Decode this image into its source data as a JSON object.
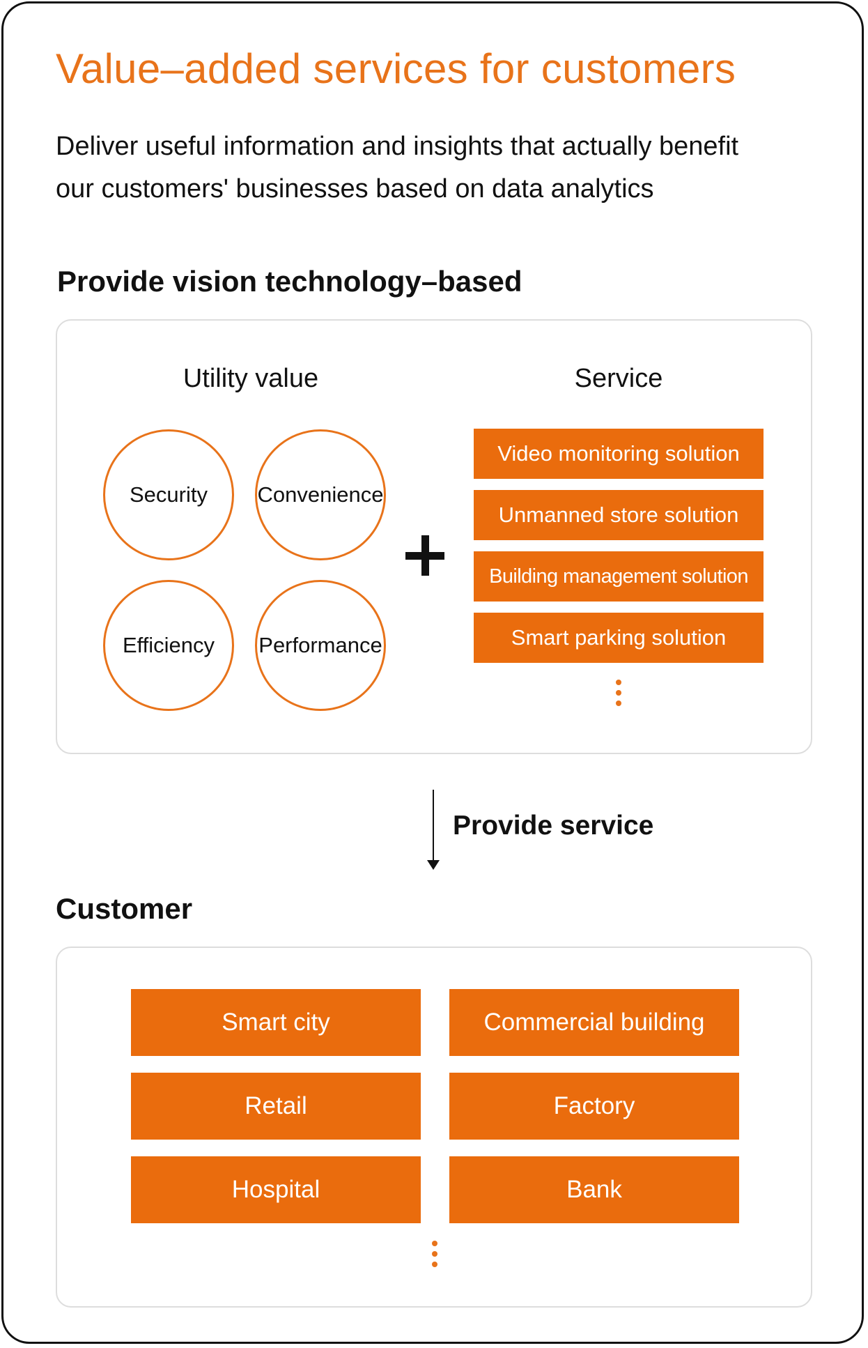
{
  "title": "Value–added services for customers",
  "intro": {
    "line1": "Deliver useful information and insights that actually benefit",
    "line2": "our customers' businesses based on data analytics"
  },
  "vision": {
    "heading": "Provide vision technology–based",
    "utility_heading": "Utility value",
    "service_heading": "Service",
    "utility_values": [
      "Security",
      "Convenience",
      "Efficiency",
      "Performance"
    ],
    "services": [
      "Video monitoring solution",
      "Unmanned store solution",
      "Building management solution",
      "Smart parking solution"
    ]
  },
  "flow": {
    "label": "Provide service"
  },
  "customer": {
    "heading": "Customer",
    "items": [
      "Smart city",
      "Commercial building",
      "Retail",
      "Factory",
      "Hospital",
      "Bank"
    ]
  },
  "colors": {
    "accent": "#e8731a",
    "box_fill": "#ea6c0d",
    "text": "#111111",
    "panel_border": "#dddddd"
  },
  "icons": {
    "plus": "plus-icon",
    "arrow": "arrow-down-icon",
    "more": "vertical-ellipsis-icon"
  }
}
